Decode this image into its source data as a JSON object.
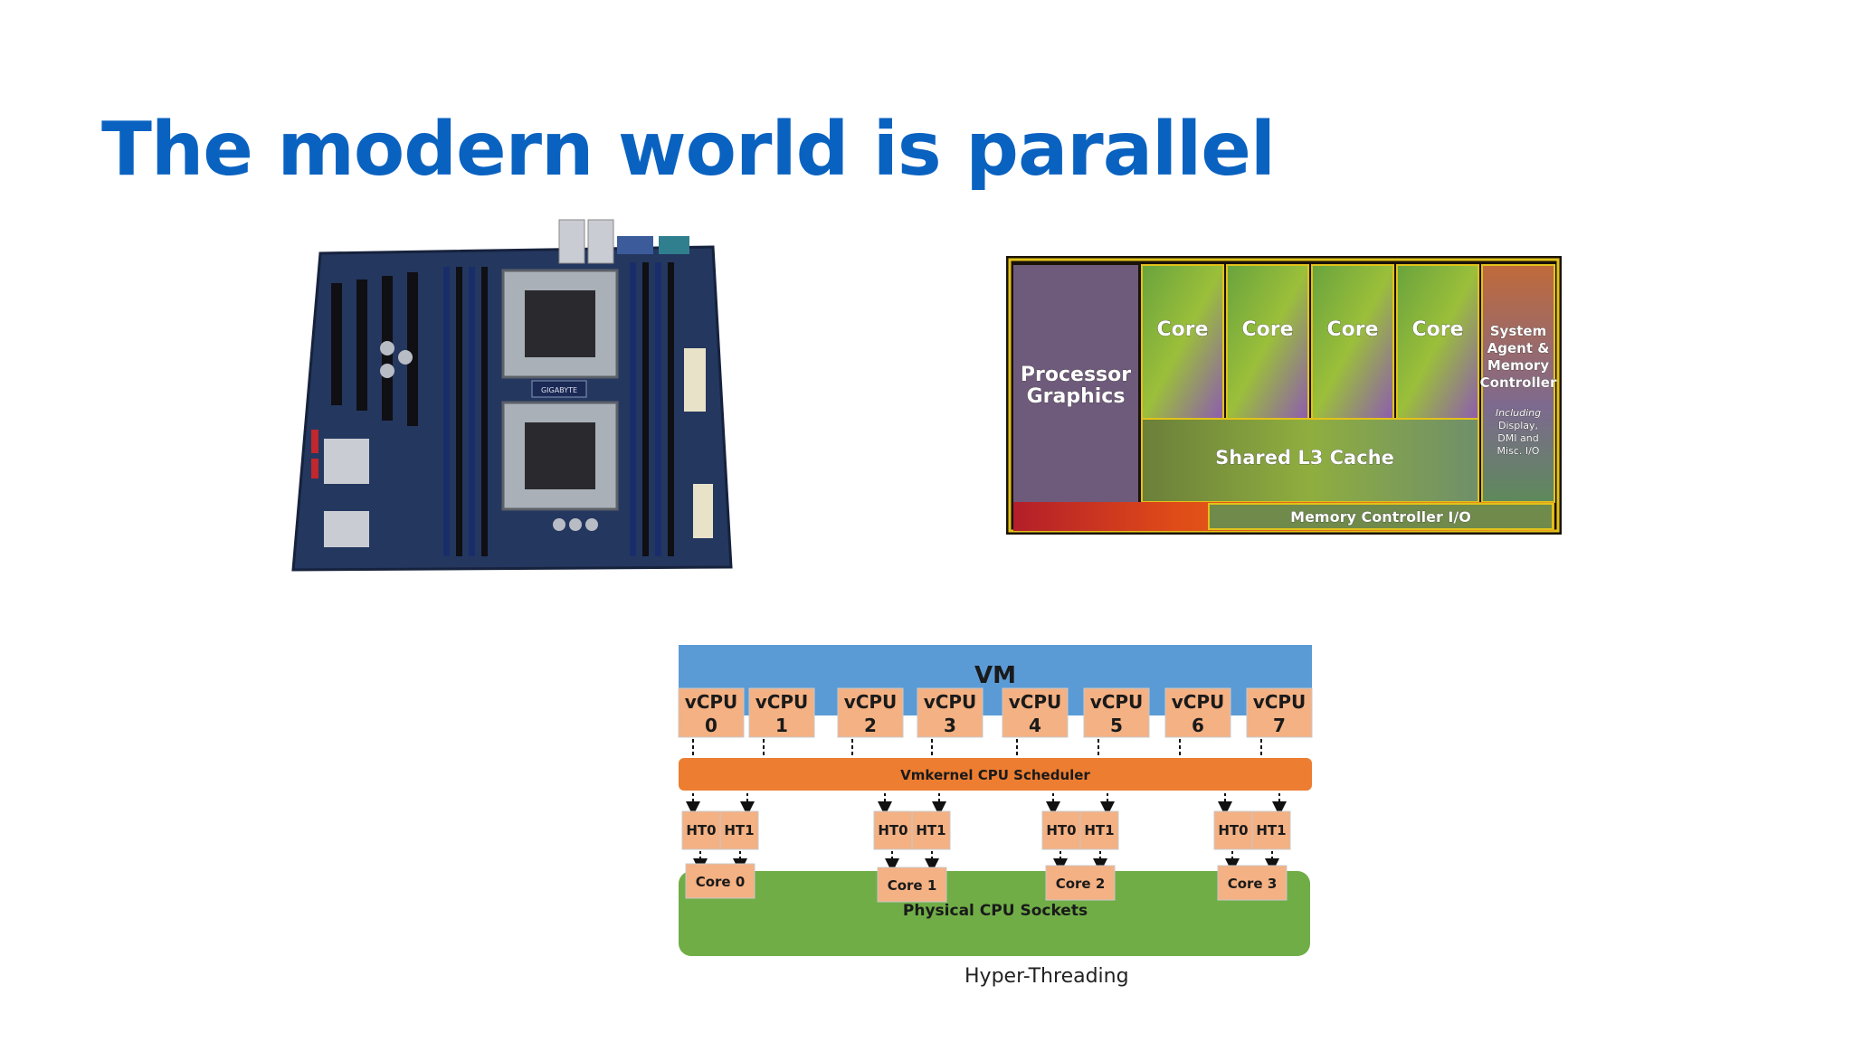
{
  "slide": {
    "title": "The modern world is parallel",
    "caption": "Hyper-Threading"
  },
  "motherboard": {
    "chip_label": "GIGABYTE"
  },
  "die_shot": {
    "labels": {
      "graphics": "Processor Graphics",
      "graphics_line1": "Processor",
      "graphics_line2": "Graphics",
      "core": "Core",
      "system_agent_line1": "System",
      "system_agent_line2": "Agent &",
      "system_agent_line3": "Memory",
      "system_agent_line4": "Controller",
      "including_line1": "Including",
      "including_line2": "Display,",
      "including_line3": "DMI and",
      "including_line4": "Misc. I/O",
      "cache": "Shared L3 Cache",
      "memctrl": "Memory Controller I/O"
    },
    "colors": {
      "frame": "#e2c21a",
      "graphics": "#6e5a7a"
    }
  },
  "vm_diagram": {
    "vm_label": "VM",
    "vcpu_label": "vCPU",
    "vcpus": [
      "0",
      "1",
      "2",
      "3",
      "4",
      "5",
      "6",
      "7"
    ],
    "scheduler_label": "Vmkernel CPU Scheduler",
    "ht_labels": [
      "HT0",
      "HT1"
    ],
    "cores": [
      "Core 0",
      "Core 1",
      "Core 2",
      "Core 3"
    ],
    "sockets_label": "Physical CPU Sockets",
    "colors": {
      "vm": "#5b9bd5",
      "vcpu": "#f4b183",
      "scheduler": "#ed7d31",
      "sockets": "#70ad47"
    }
  }
}
